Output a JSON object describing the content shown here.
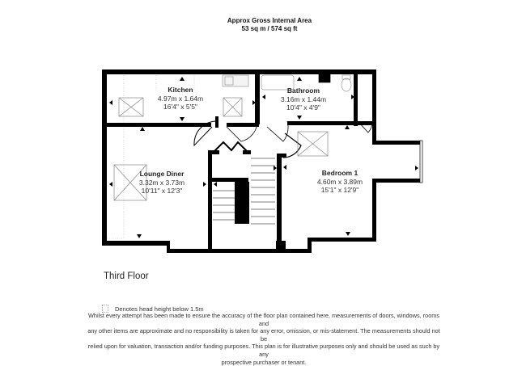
{
  "header": {
    "title": "Approx Gross Internal Area",
    "area": "53 sq m / 574 sq ft"
  },
  "rooms": [
    {
      "name": "Kitchen",
      "metric": "4.97m x 1.64m",
      "imperial": "16'4\" x 5'5\""
    },
    {
      "name": "Bathroom",
      "metric": "3.16m x 1.44m",
      "imperial": "10'4\" x 4'9\""
    },
    {
      "name": "Lounge Diner",
      "metric": "3.32m x 3.73m",
      "imperial": "10'11\" x 12'3\""
    },
    {
      "name": "Bedroom 1",
      "metric": "4.60m x 3.89m",
      "imperial": "15'1\" x 12'9\""
    }
  ],
  "floor": {
    "title": "Third Floor"
  },
  "legend": {
    "label": "Denotes head height below 1.5m"
  },
  "disclaimer": {
    "lines": [
      "Whilst every attempt has been made to ensure the accuracy of the floor plan contained here, measurements of doors, windows, rooms and",
      "any other items are approximate and no responsibility is taken for any error, omission, or mis-statement. The measurements should not be",
      "relied upon for valuation, transaction and/or funding purposes. This plan is for illustrative purposes only and should be used as such by any",
      "prospective purchaser or tenant."
    ]
  },
  "colors": {
    "wall": "#000000",
    "fixture": "#999999",
    "skylight": "#888888",
    "text": "#222222"
  }
}
